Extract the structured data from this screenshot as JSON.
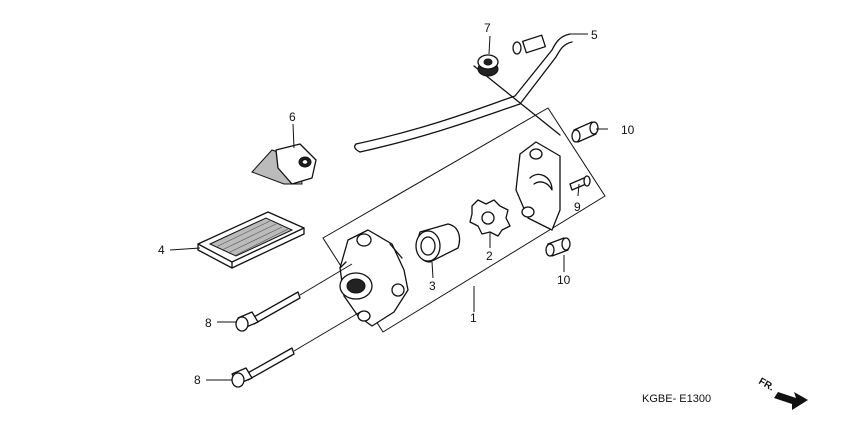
{
  "callouts": {
    "c1": "1",
    "c2": "2",
    "c3": "3",
    "c4": "4",
    "c5": "5",
    "c6": "6",
    "c7": "7",
    "c8a": "8",
    "c8b": "8",
    "c9": "9",
    "c10a": "10",
    "c10b": "10"
  },
  "diagram_code": "KGBE- E1300",
  "front_indicator": "FR."
}
